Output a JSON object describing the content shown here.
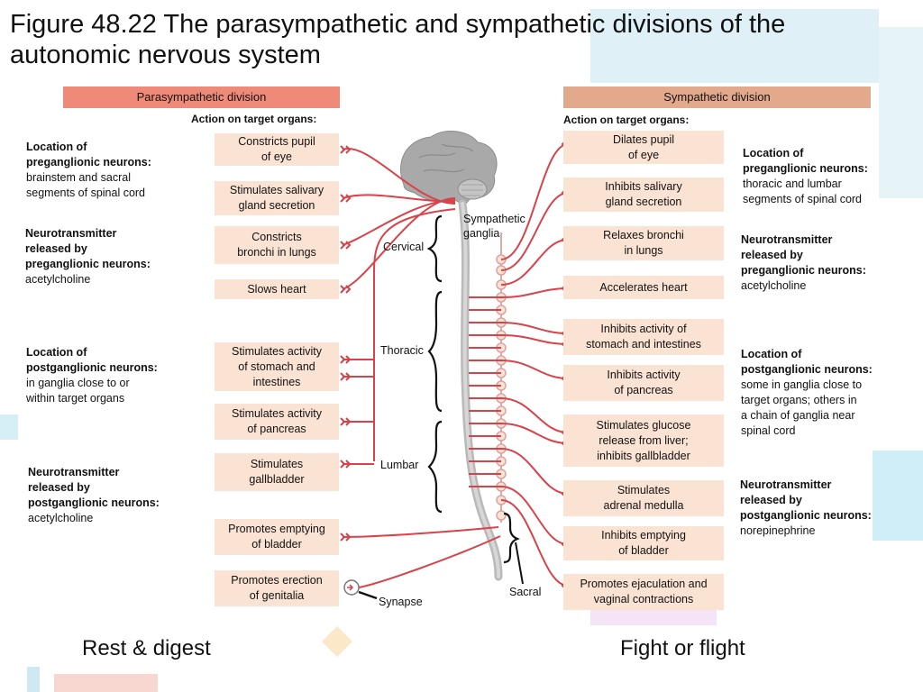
{
  "title": "Figure 48.22 The parasympathetic and sympathetic divisions of the autonomic nervous system",
  "parasympathetic": {
    "header": "Parasympathetic division",
    "action_label": "Action on target organs:",
    "actions": [
      "Constricts pupil\nof eye",
      "Stimulates salivary\ngland secretion",
      "Constricts\nbronchi in lungs",
      "Slows heart",
      "Stimulates activity\nof stomach and\nintestines",
      "Stimulates activity\nof pancreas",
      "Stimulates\ngallbladder",
      "Promotes emptying\nof bladder",
      "Promotes erection\nof genitalia"
    ],
    "notes": [
      {
        "heading": "Location of\npreganglionic neurons:",
        "text": "brainstem and sacral\nsegments of spinal cord"
      },
      {
        "heading": "Neurotransmitter\nreleased by\npreganglionic neurons:",
        "text": "acetylcholine"
      },
      {
        "heading": "Location of\npostganglionic neurons:",
        "text": "in ganglia close to or\nwithin target organs"
      },
      {
        "heading": "Neurotransmitter\nreleased by\npostganglionic neurons:",
        "text": "acetylcholine"
      }
    ],
    "summary": "Rest & digest"
  },
  "sympathetic": {
    "header": "Sympathetic division",
    "action_label": "Action on target organs:",
    "actions": [
      "Dilates pupil\nof eye",
      "Inhibits salivary\ngland secretion",
      "Relaxes bronchi\nin lungs",
      "Accelerates heart",
      "Inhibits activity of\nstomach and intestines",
      "Inhibits activity\nof pancreas",
      "Stimulates glucose\nrelease from liver;\ninhibits gallbladder",
      "Stimulates\nadrenal medulla",
      "Inhibits emptying\nof bladder",
      "Promotes ejaculation and\nvaginal contractions"
    ],
    "notes": [
      {
        "heading": "Location of\npreganglionic neurons:",
        "text": "thoracic and lumbar\nsegments of spinal cord"
      },
      {
        "heading": "Neurotransmitter\nreleased by\npreganglionic neurons:",
        "text": "acetylcholine"
      },
      {
        "heading": "Location of\npostganglionic neurons:",
        "text": "some in ganglia close to\ntarget organs; others in\na chain of ganglia near\nspinal cord"
      },
      {
        "heading": "Neurotransmitter\nreleased by\npostganglionic neurons:",
        "text": "norepinephrine"
      }
    ],
    "summary": "Fight or flight"
  },
  "region_labels": {
    "cervical": "Cervical",
    "thoracic": "Thoracic",
    "lumbar": "Lumbar",
    "sacral": "Sacral",
    "sympathetic_ganglia": "Sympathetic\nganglia",
    "synapse": "Synapse"
  },
  "colors": {
    "nerve": "#d8434a",
    "para_header": "#f08a78",
    "symp_header": "#e3a98d",
    "box_fill": "#fbe3d4"
  }
}
